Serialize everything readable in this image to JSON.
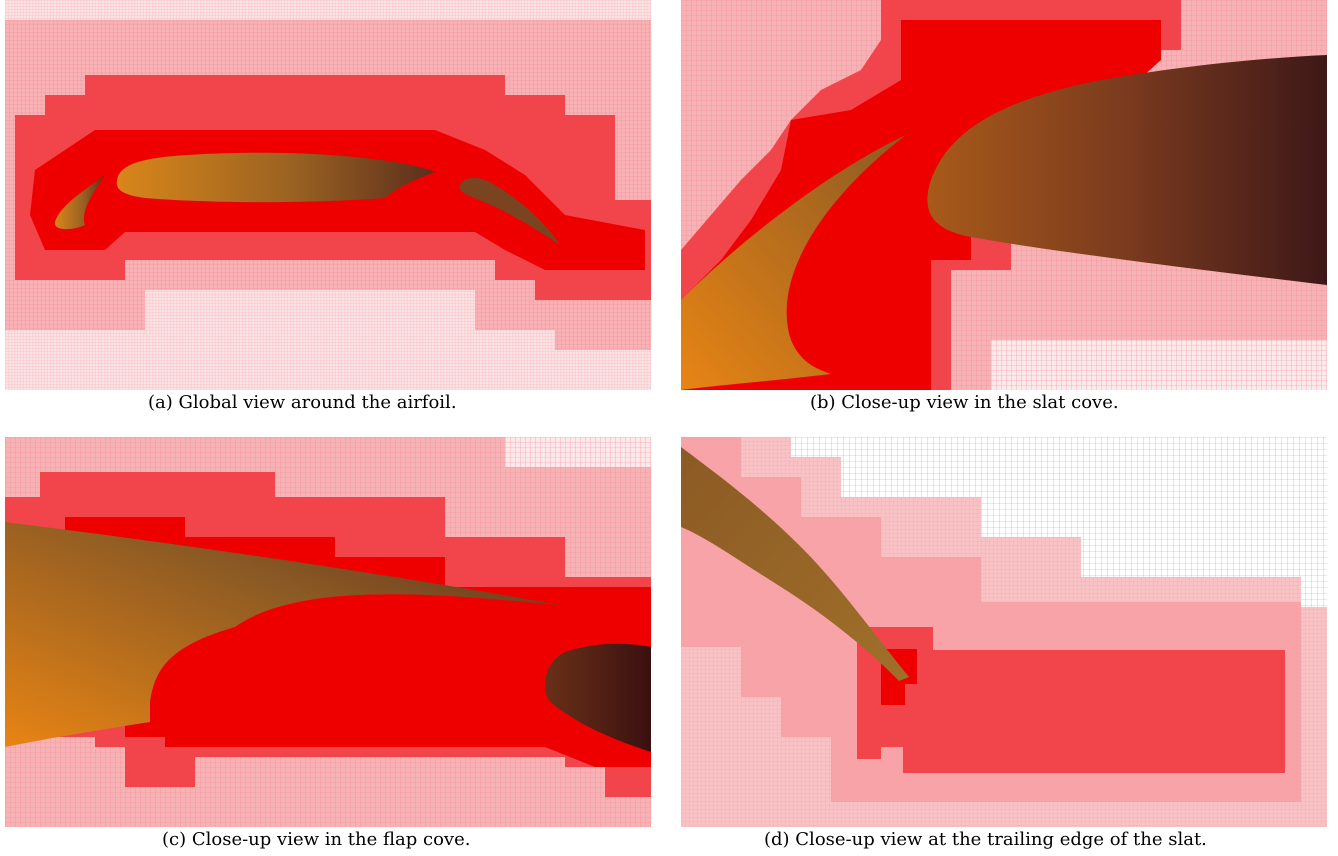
{
  "figure": {
    "panels": [
      {
        "id": "a",
        "caption": "(a) Global view around the airfoil."
      },
      {
        "id": "b",
        "caption": "(b) Close-up view in the slat cove."
      },
      {
        "id": "c",
        "caption": "(c) Close-up view in the flap cove."
      },
      {
        "id": "d",
        "caption": "(d) Close-up view at the trailing edge of the slat."
      }
    ]
  },
  "colors": {
    "level_finest": "#ee0000",
    "level_fine": "#f2454b",
    "level_medium": "#f6a0a4",
    "level_coarse": "#ffffff",
    "grid_line": "#f38a90",
    "airfoil_light": "#e88414",
    "airfoil_mid": "#8c5a24",
    "airfoil_dark": "#4a2218"
  }
}
